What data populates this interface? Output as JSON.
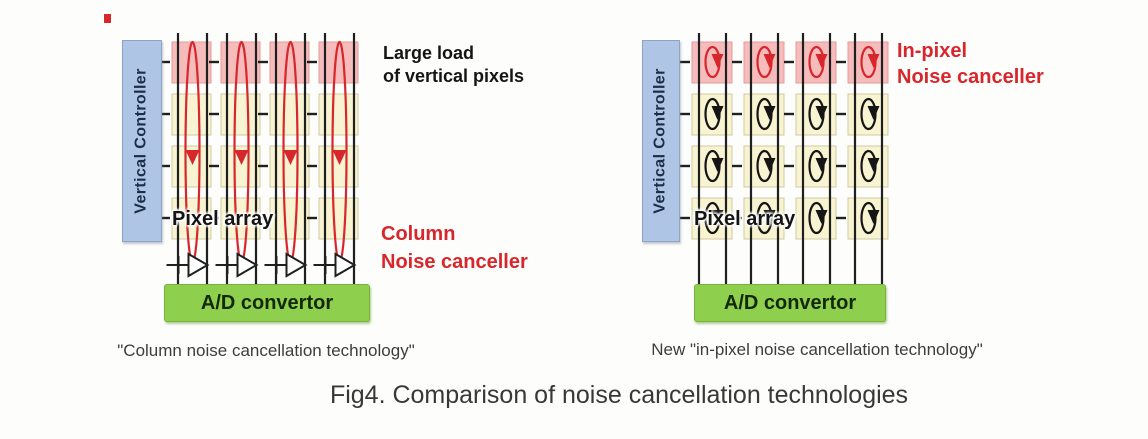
{
  "figure_title": "Fig4. Comparison of noise cancellation technologies",
  "colors": {
    "background": "#fdfdfb",
    "line": "#1f1f1f",
    "red": "#d8272c",
    "pixel_fill": "#f8f4d2",
    "pixel_border": "#cfc9a0",
    "pixel_row1_fill": "#f6bcbc",
    "pixel_row1_border": "#e49c9c",
    "controller_fill": "#aec5e6",
    "controller_border": "#8fa3c4",
    "adc_fill": "#8ed04e",
    "adc_border": "#77b33a",
    "caption_text": "#3d3d3d",
    "loop_black": "#151515"
  },
  "left_panel": {
    "controller_label": "Vertical Controller",
    "pixel_array_label": "Pixel array",
    "load_note": "Large load\nof vertical pixels",
    "canceller_label": "Column\nNoise canceller",
    "adc_label": "A/D convertor",
    "caption": "\"Column noise cancellation technology\"",
    "grid": {
      "columns": 4,
      "rows": 4,
      "highlighted_row": 1,
      "loop_style": "column",
      "has_column_amplifiers": true
    }
  },
  "right_panel": {
    "controller_label": "Vertical Controller",
    "pixel_array_label": "Pixel array",
    "canceller_label": "In-pixel\nNoise canceller",
    "adc_label": "A/D convertor",
    "caption": "New \"in-pixel noise cancellation technology\"",
    "grid": {
      "columns": 4,
      "rows": 4,
      "highlighted_row": 1,
      "loop_style": "in-pixel",
      "has_column_amplifiers": false
    }
  }
}
